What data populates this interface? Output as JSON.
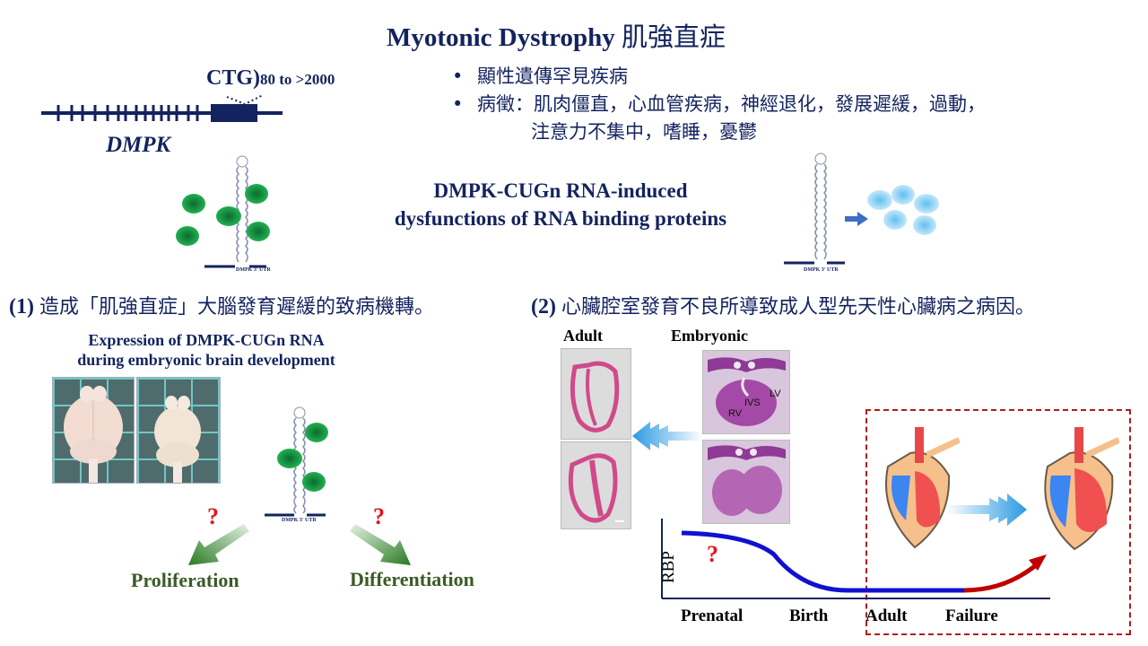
{
  "title": {
    "en": "Myotonic Dystrophy",
    "zh": "肌強直症"
  },
  "gene_diagram": {
    "repeat_label": "CTG)",
    "repeat_range": "80 to >2000",
    "gene_name": "DMPK"
  },
  "bullets": [
    {
      "text": "顯性遺傳罕見疾病"
    },
    {
      "text": "病徵：肌肉僵直，心血管疾病，神經退化，發展遲緩，過動，",
      "continuation": "注意力不集中，嗜睡，憂鬱"
    }
  ],
  "rbp_title": {
    "line1": "DMPK-CUGn RNA-induced",
    "line2": "dysfunctions of RNA binding proteins"
  },
  "utr_label": "DMPK 3' UTR",
  "section1": {
    "number": "(1)",
    "text": "造成「肌強直症」大腦發育遲緩的致病機轉。",
    "expression_title_line1": "Expression  of DMPK-CUGn  RNA",
    "expression_title_line2": "during  embryonic  brain  development",
    "question_mark": "?",
    "outcomes": [
      "Proliferation",
      "Differentiation"
    ]
  },
  "section2": {
    "number": "(2)",
    "text": "心臟腔室發育不良所導致成人型先天性心臟病之病因。",
    "histology_labels": {
      "adult": "Adult",
      "embryonic": "Embryonic"
    },
    "chamber_labels": {
      "rv": "RV",
      "ivs": "IVS",
      "lv": "LV"
    },
    "graph": {
      "y_label": "RBP",
      "question_mark": "?",
      "x_labels": [
        "Prenatal",
        "Birth",
        "Adult",
        "Failure"
      ]
    }
  },
  "colors": {
    "navy": "#13235f",
    "protein_green": "#1a9a4a",
    "protein_blue": "#8fd0f5",
    "curve_blue": "#1010d0",
    "curve_red": "#c00000",
    "dash_red": "#b21b1b",
    "question_red": "#e5161a",
    "outcome_green": "#3a5a26"
  }
}
